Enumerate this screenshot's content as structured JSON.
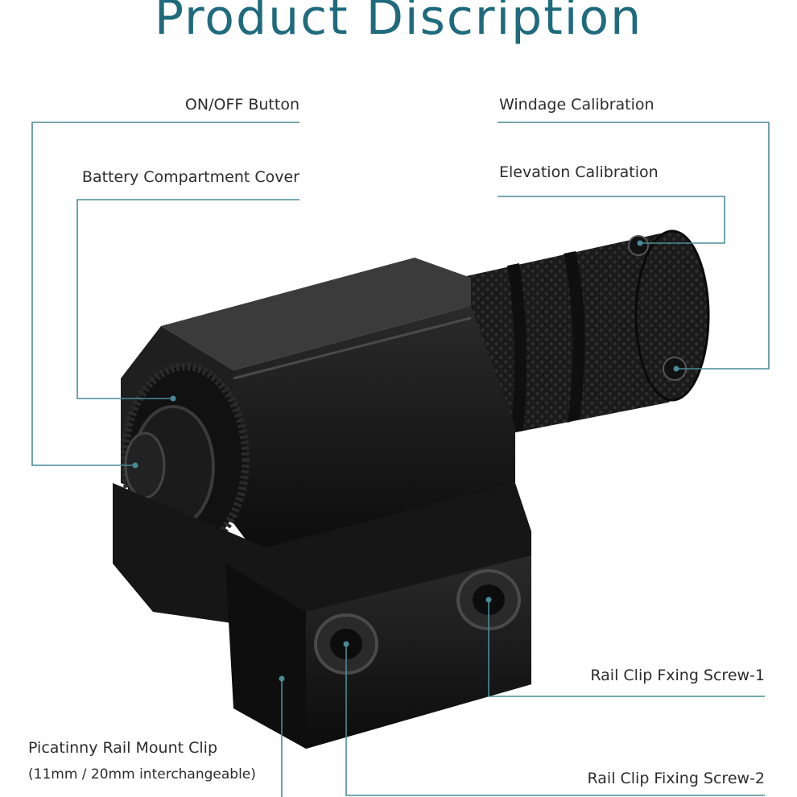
{
  "title": "Product Discription",
  "labels": {
    "on_off_button": "ON/OFF Button",
    "battery_cover": "Battery Compartment Cover",
    "windage": "Windage Calibration",
    "elevation": "Elevation Calibration",
    "screw_1": "Rail Clip Fxing Screw-1",
    "screw_2": "Rail Clip Fixing Screw-2",
    "picatinny": "Picatinny Rail Mount Clip",
    "interchangeable": "(11mm / 20mm interchangeable)"
  },
  "colors": {
    "title": "#1f6b7d",
    "leader": "#4a8b98",
    "product": "#141414"
  },
  "image": {
    "subject": "laser-sight-product-image"
  }
}
